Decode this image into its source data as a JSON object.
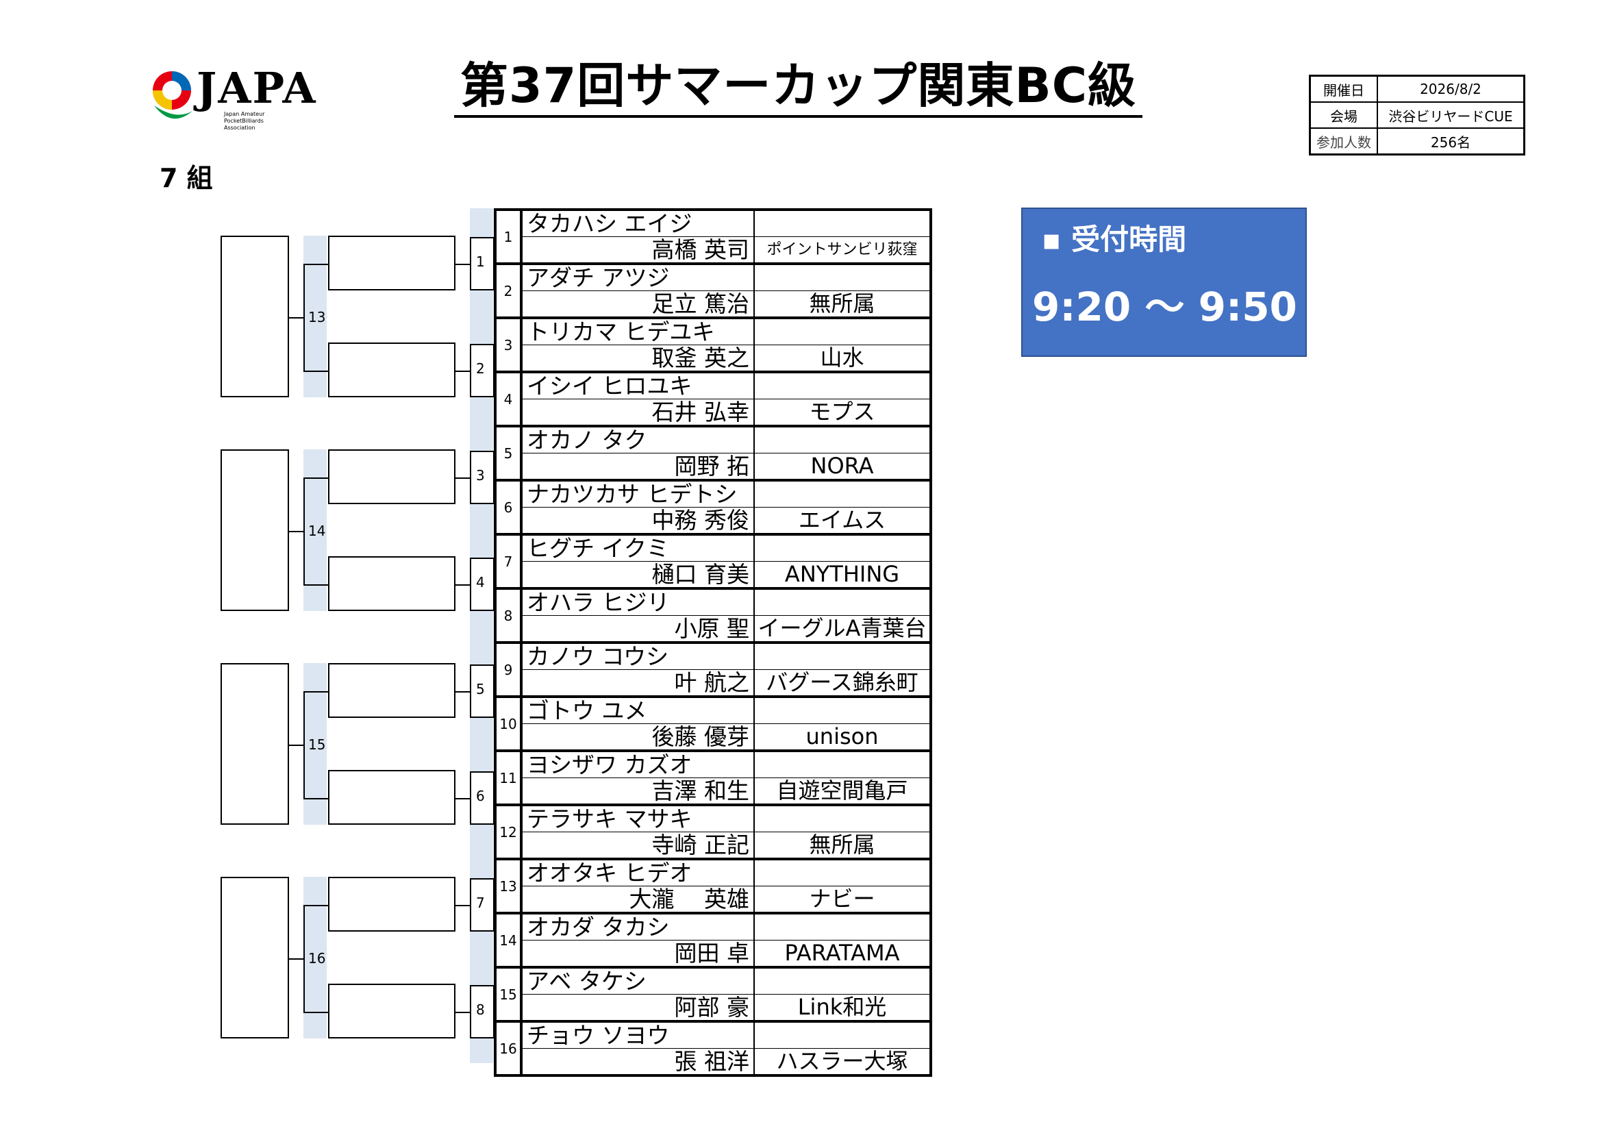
{
  "header": {
    "title": "第37回サマーカップ関東BC級",
    "logo_text": "JAPA",
    "logo_subtext": "Japan Amateur PocketBilliards Association",
    "group_label": "7 組"
  },
  "info": [
    {
      "key": "開催日",
      "value": "2026/8/2"
    },
    {
      "key": "会場",
      "value": "渋谷ビリヤードCUE"
    },
    {
      "key": "参加人数",
      "value": "256名"
    }
  ],
  "reception": {
    "label": "▪ 受付時間",
    "time": "9:20 〜 9:50"
  },
  "bracket": {
    "round2_numbers": [
      "1",
      "2",
      "3",
      "4",
      "5",
      "6",
      "7",
      "8"
    ],
    "round3_numbers": [
      "13",
      "14",
      "15",
      "16"
    ]
  },
  "entrants": [
    {
      "num": "1",
      "kana": "タカハシ エイジ",
      "name": "高橋 英司",
      "club": "ポイントサンビリ荻窪"
    },
    {
      "num": "2",
      "kana": "アダチ アツジ",
      "name": "足立 篤治",
      "club": "無所属"
    },
    {
      "num": "3",
      "kana": "トリカマ ヒデユキ",
      "name": "取釜 英之",
      "club": "山水"
    },
    {
      "num": "4",
      "kana": "イシイ ヒロユキ",
      "name": "石井 弘幸",
      "club": "モプス"
    },
    {
      "num": "5",
      "kana": "オカノ タク",
      "name": "岡野 拓",
      "club": "NORA"
    },
    {
      "num": "6",
      "kana": "ナカツカサ ヒデトシ",
      "name": "中務 秀俊",
      "club": "エイムス"
    },
    {
      "num": "7",
      "kana": "ヒグチ イクミ",
      "name": "樋口 育美",
      "club": "ANYTHING"
    },
    {
      "num": "8",
      "kana": "オハラ ヒジリ",
      "name": "小原 聖",
      "club": "イーグルA青葉台"
    },
    {
      "num": "9",
      "kana": "カノウ コウシ",
      "name": "叶 航之",
      "club": "バグース錦糸町"
    },
    {
      "num": "10",
      "kana": "ゴトウ ユメ",
      "name": "後藤 優芽",
      "club": "unison"
    },
    {
      "num": "11",
      "kana": "ヨシザワ カズオ",
      "name": "吉澤 和生",
      "club": "自遊空間亀戸"
    },
    {
      "num": "12",
      "kana": "テラサキ マサキ",
      "name": "寺崎 正記",
      "club": "無所属"
    },
    {
      "num": "13",
      "kana": "オオタキ ヒデオ",
      "name": "大瀧　 英雄",
      "club": "ナビー"
    },
    {
      "num": "14",
      "kana": "オカダ タカシ",
      "name": "岡田 卓",
      "club": "PARATAMA"
    },
    {
      "num": "15",
      "kana": "アベ タケシ",
      "name": "阿部 豪",
      "club": "Link和光"
    },
    {
      "num": "16",
      "kana": "チョウ ソヨウ",
      "name": "張 祖洋",
      "club": "ハスラー大塚"
    }
  ]
}
